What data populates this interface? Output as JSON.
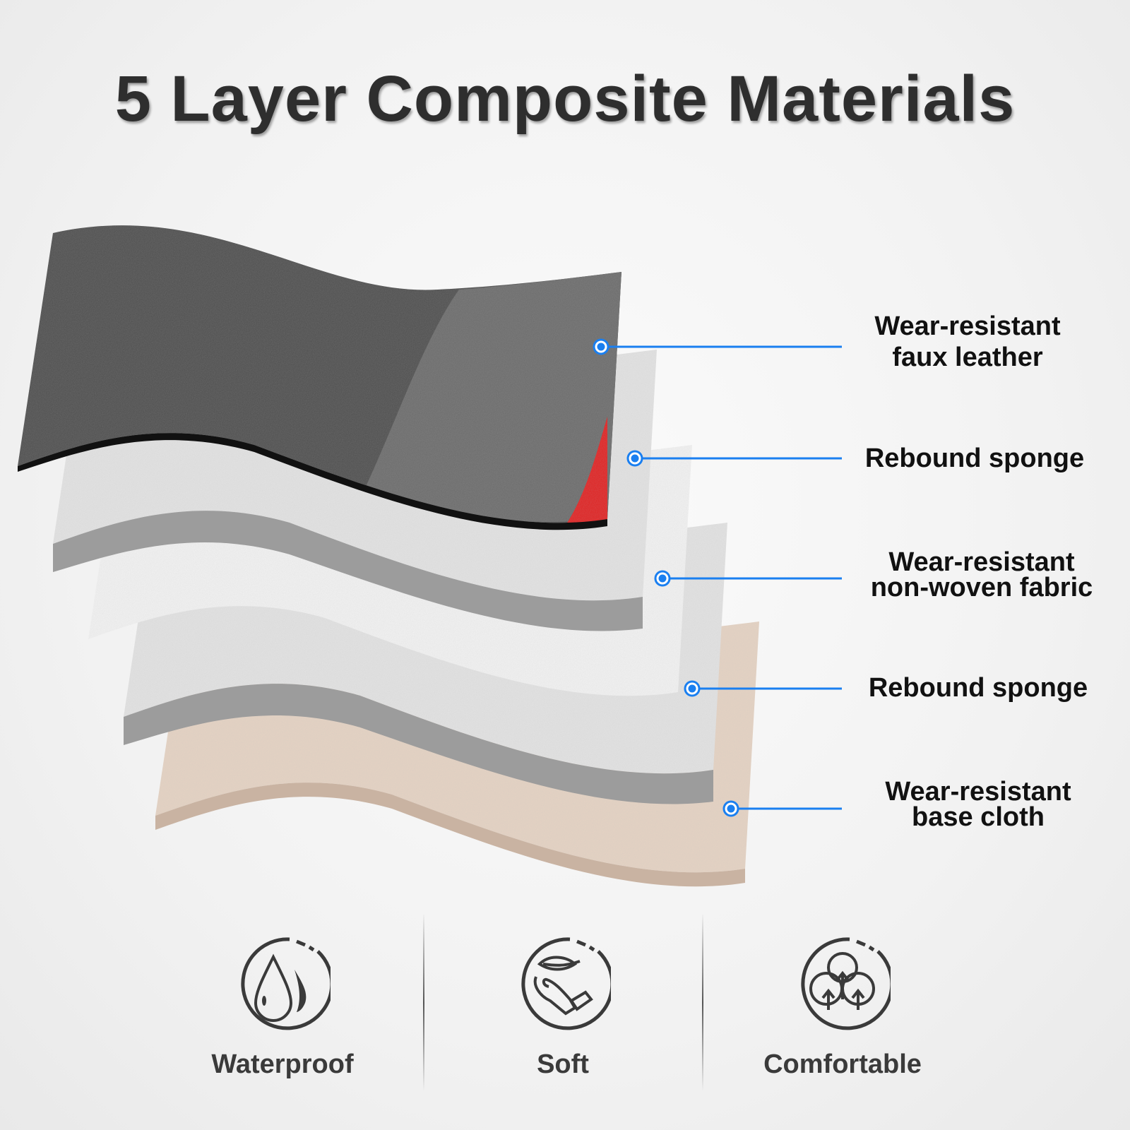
{
  "title": "5 Layer Composite Materials",
  "layers": [
    {
      "label_line1": "Wear-resistant",
      "label_line2": "faux leather",
      "color": "#4a4a4a"
    },
    {
      "label_line1": "Rebound sponge",
      "label_line2": "",
      "color": "#d9d9d9"
    },
    {
      "label_line1": "Wear-resistant",
      "label_line2": "non-woven fabric",
      "color": "#ececec"
    },
    {
      "label_line1": "Rebound sponge",
      "label_line2": "",
      "color": "#d9d9d9"
    },
    {
      "label_line1": "Wear-resistant",
      "label_line2": "base cloth",
      "color": "#e6d3c3"
    }
  ],
  "accent_color": "#1a7ff0",
  "features": [
    {
      "label": "Waterproof",
      "icon": "water-drop-icon"
    },
    {
      "label": "Soft",
      "icon": "leaf-hand-icon"
    },
    {
      "label": "Comfortable",
      "icon": "cotton-cloud-icon"
    }
  ]
}
